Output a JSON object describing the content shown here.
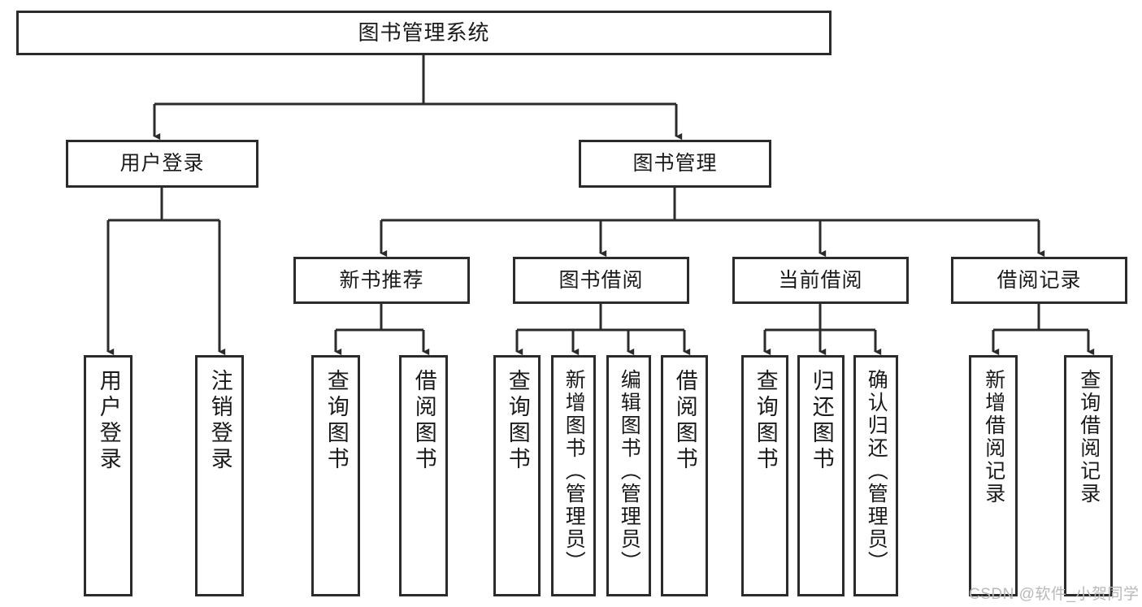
{
  "diagram": {
    "type": "tree",
    "title": "图书管理系统",
    "orientation": "top-down",
    "levels": 4,
    "colors": {
      "node_border": "#2b2b2b",
      "node_fill": "#ffffff",
      "connector": "#2b2b2b",
      "text": "#1a1a1a",
      "watermark": "#b9b9b9",
      "background": "#ffffff"
    }
  },
  "nodes": {
    "root": {
      "label": "图书管理系统",
      "level": 1
    },
    "level2": [
      {
        "id": "user-login",
        "label": "用户登录"
      },
      {
        "id": "book-management",
        "label": "图书管理"
      }
    ],
    "level3": [
      {
        "id": "new-book-recommend",
        "label": "新书推荐",
        "parent": "book-management"
      },
      {
        "id": "book-borrow",
        "label": "图书借阅",
        "parent": "book-management"
      },
      {
        "id": "current-borrow",
        "label": "当前借阅",
        "parent": "book-management"
      },
      {
        "id": "borrow-record",
        "label": "借阅记录",
        "parent": "book-management"
      }
    ],
    "leaves": {
      "user-login": [
        {
          "id": "leaf-user-login",
          "label": "用户登录"
        },
        {
          "id": "leaf-user-logout",
          "label": "注销登录"
        }
      ],
      "new-book-recommend": [
        {
          "id": "leaf-query-book-1",
          "label": "查询图书"
        },
        {
          "id": "leaf-borrow-book-1",
          "label": "借阅图书"
        }
      ],
      "book-borrow": [
        {
          "id": "leaf-query-book-2",
          "label": "查询图书"
        },
        {
          "id": "leaf-add-book",
          "label": "新增图书（管理员）"
        },
        {
          "id": "leaf-edit-book",
          "label": "编辑图书（管理员）"
        },
        {
          "id": "leaf-borrow-book-2",
          "label": "借阅图书"
        }
      ],
      "current-borrow": [
        {
          "id": "leaf-query-book-3",
          "label": "查询图书"
        },
        {
          "id": "leaf-return-book",
          "label": "归还图书"
        },
        {
          "id": "leaf-confirm-return",
          "label": "确认归还（管理员）"
        }
      ],
      "borrow-record": [
        {
          "id": "leaf-add-record",
          "label": "新增借阅记录"
        },
        {
          "id": "leaf-query-record",
          "label": "查询借阅记录"
        }
      ]
    }
  },
  "watermark": {
    "text": "CSDN @软件_小贺同学"
  }
}
